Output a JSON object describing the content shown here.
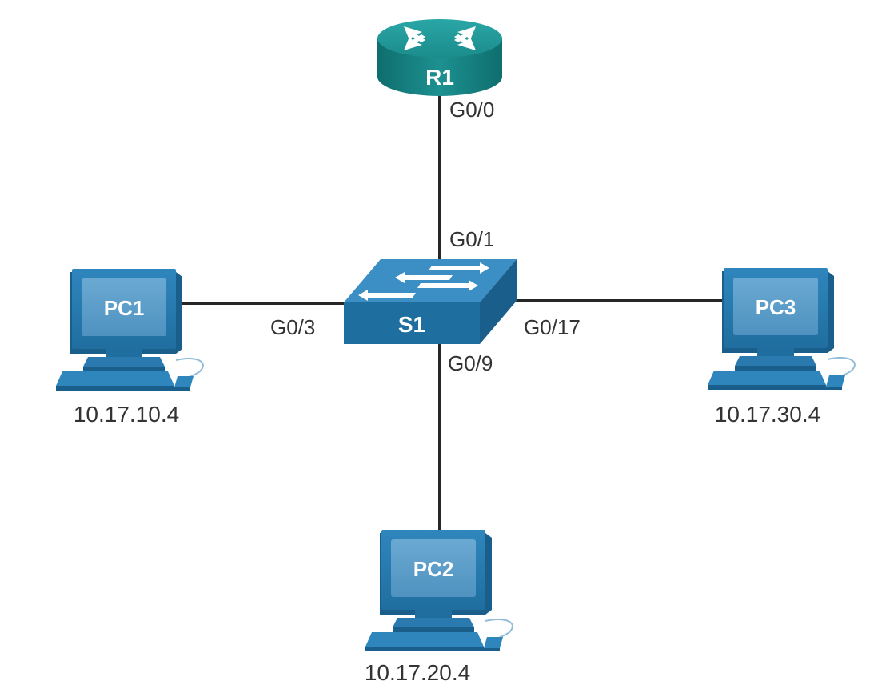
{
  "devices": {
    "router": {
      "name": "R1"
    },
    "switch": {
      "name": "S1"
    },
    "pc1": {
      "name": "PC1",
      "ip": "10.17.10.4"
    },
    "pc2": {
      "name": "PC2",
      "ip": "10.17.20.4"
    },
    "pc3": {
      "name": "PC3",
      "ip": "10.17.30.4"
    }
  },
  "links": [
    {
      "from": "R1",
      "from_port": "G0/0",
      "to": "S1",
      "to_port": "G0/1"
    },
    {
      "from": "S1",
      "from_port": "G0/3",
      "to": "PC1"
    },
    {
      "from": "S1",
      "from_port": "G0/17",
      "to": "PC3"
    },
    {
      "from": "S1",
      "from_port": "G0/9",
      "to": "PC2"
    }
  ],
  "ports": {
    "r1_g0_0": "G0/0",
    "s1_g0_1": "G0/1",
    "s1_g0_3": "G0/3",
    "s1_g0_17": "G0/17",
    "s1_g0_9": "G0/9"
  },
  "colors": {
    "router": "#1a8a8a",
    "switch": "#1e6fa0",
    "pc": "#2a7ab0",
    "link": "#262626"
  }
}
